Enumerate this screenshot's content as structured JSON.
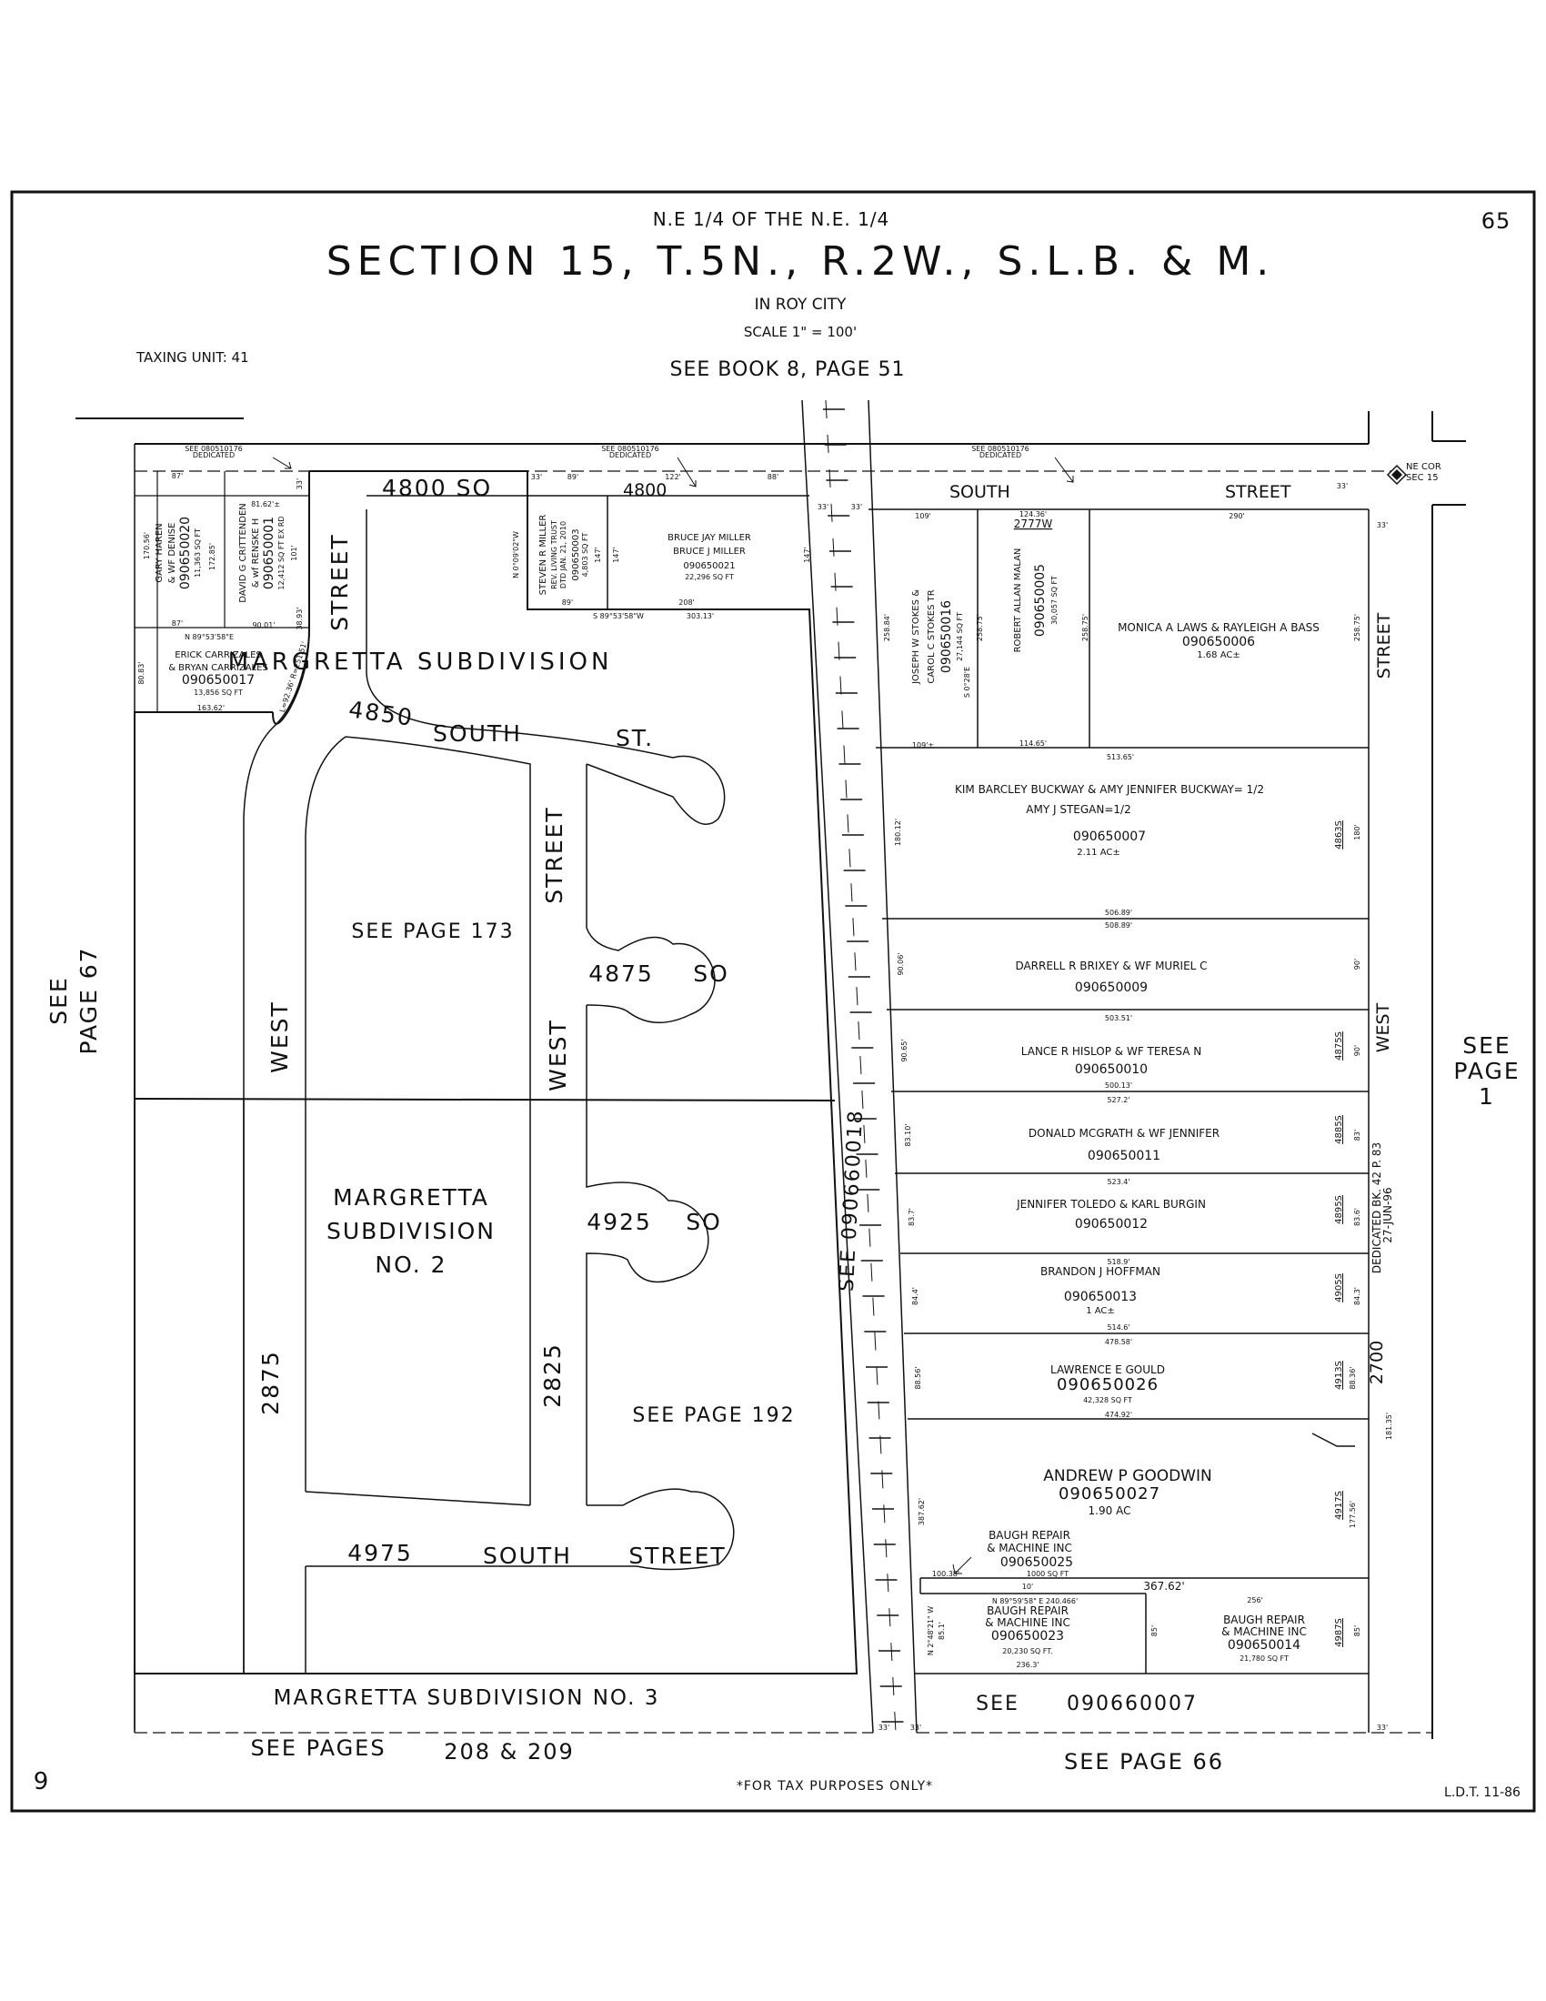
{
  "page_number": "65",
  "header": {
    "line1": "N.E 1/4 OF THE N.E. 1/4",
    "title": "SECTION 15, T.5N., R.2W., S.L.B. & M.",
    "city": "IN ROY CITY",
    "scale": "SCALE 1\" = 100'",
    "taxing_unit": "TAXING UNIT: 41",
    "see_book": "SEE BOOK 8, PAGE 51"
  },
  "corner": {
    "line1": "NE COR",
    "line2": "SEC 15"
  },
  "dedicated": {
    "ref": "SEE 080510176",
    "word": "DEDICATED"
  },
  "streets": {
    "s4800a": "4800 SO",
    "s4800b": "4800",
    "south": "SOUTH",
    "street": "STREET",
    "street_left": "STREET",
    "s4850": "4850",
    "s4850_south": "SOUTH",
    "s4850_st": "ST.",
    "street_mid": "STREET",
    "s4875": "4875",
    "so": "SO",
    "west_left": "WEST",
    "west_mid": "WEST",
    "s4925": "4925",
    "so2": "SO",
    "n2875": "2875",
    "n2825": "2825",
    "s4975": "4975",
    "s4975_south": "SOUTH",
    "s4975_street": "STREET",
    "right_street": "STREET",
    "right_west": "WEST",
    "n2700": "2700",
    "dedicated_bk": "DEDICATED BK. 42 P. 83",
    "dedicated_date": "27-JUN-96"
  },
  "areas": {
    "margretta": "MARGRETTA SUBDIVISION",
    "see173": "SEE PAGE 173",
    "margretta2_l1": "MARGRETTA",
    "margretta2_l2": "SUBDIVISION",
    "margretta2_l3": "NO. 2",
    "see192": "SEE PAGE 192",
    "margretta3": "MARGRETTA SUBDIVISION NO. 3",
    "see_rail": "SEE 090660018",
    "see_bottom_right_a": "SEE",
    "see_bottom_right_b": "090660007"
  },
  "refs": {
    "left_see": "SEE",
    "left_page": "PAGE 67",
    "right_see": "SEE",
    "right_page": "PAGE",
    "right_num": "1",
    "bottom_pages": "SEE PAGES",
    "bottom_nums": "208 & 209",
    "bottom_66": "SEE PAGE 66"
  },
  "footer": {
    "sheet": "9",
    "tax_note": "*FOR TAX PURPOSES ONLY*",
    "ldt": "L.D.T. 11-86"
  },
  "parcels": {
    "haren": {
      "owner1": "GARY HAREN",
      "owner2": "& WF DENISE",
      "id": "090650020",
      "area": "11,363 SQ FT"
    },
    "crittenden": {
      "owner1": "DAVID G CRITTENDEN",
      "owner2": "& wf RENSKE H",
      "id": "090650001",
      "area": "12,412 SQ FT EX RD"
    },
    "carrizales": {
      "owner1": "ERICK CARRIZALES",
      "owner2": "& BRYAN CARRIZALES",
      "id": "090650017",
      "area": "13,856 SQ FT"
    },
    "srmiller": {
      "owner1": "STEVEN R MILLER",
      "owner2": "REV. LIVING TRUST",
      "owner3": "DTD JAN. 21, 2010",
      "id": "090650003",
      "area": "4,803 SQ FT"
    },
    "bjmiller": {
      "owner1": "BRUCE JAY MILLER",
      "owner2": "BRUCE J MILLER",
      "id": "090650021",
      "area": "22,296 SQ FT"
    },
    "stokes": {
      "owner1": "JOSEPH W STOKES &",
      "owner2": "CAROL C STOKES TR",
      "id": "090650016",
      "area": "27,144 SQ FT"
    },
    "malan": {
      "owner1": "ROBERT ALLAN MALAN",
      "id": "090650005",
      "area": "30,057 SQ FT"
    },
    "laws": {
      "owner1": "MONICA A LAWS & RAYLEIGH A BASS",
      "id": "090650006",
      "area": "1.68 AC±"
    },
    "buckway": {
      "owner1": "KIM BARCLEY BUCKWAY & AMY JENNIFER BUCKWAY= 1/2",
      "owner2": "AMY J STEGAN=1/2",
      "id": "090650007",
      "area": "2.11 AC±"
    },
    "brixey": {
      "owner1": "DARRELL R BRIXEY & WF MURIEL C",
      "id": "090650009"
    },
    "hislop": {
      "owner1": "LANCE R HISLOP & WF TERESA N",
      "id": "090650010"
    },
    "mcgrath": {
      "owner1": "DONALD MCGRATH & WF JENNIFER",
      "id": "090650011"
    },
    "toledo": {
      "owner1": "JENNIFER TOLEDO & KARL BURGIN",
      "id": "090650012"
    },
    "hoffman": {
      "owner1": "BRANDON J HOFFMAN",
      "id": "090650013",
      "area": "1 AC±"
    },
    "gould": {
      "owner1": "LAWRENCE E GOULD",
      "id": "090650026",
      "area": "42,328 SQ FT"
    },
    "goodwin": {
      "owner1": "ANDREW P GOODWIN",
      "id": "090650027",
      "area": "1.90 AC"
    },
    "baugh25": {
      "owner1": "BAUGH REPAIR",
      "owner2": "& MACHINE INC",
      "id": "090650025",
      "area": "1000 SQ FT"
    },
    "baugh23": {
      "owner1": "BAUGH REPAIR",
      "owner2": "& MACHINE INC",
      "id": "090650023",
      "area": "20,230 SQ FT."
    },
    "baugh14": {
      "owner1": "BAUGH REPAIR",
      "owner2": "& MACHINE INC",
      "id": "090650014",
      "area": "21,780 SQ FT"
    }
  },
  "addresses": {
    "a4863": "4863S",
    "a4875": "4875S",
    "a4885": "4885S",
    "a4895": "4895S",
    "a4905": "4905S",
    "a4913": "4913S",
    "a4917": "4917S",
    "a4987": "4987S",
    "a2777": "2777W"
  },
  "dims": {
    "d87a": "87'",
    "d33a": "33'",
    "d89a": "89'",
    "d122": "122'",
    "d88": "88'",
    "d33b": "33'",
    "d33c": "33'",
    "d109": "109'",
    "d12436": "124.36'",
    "d290": "290'",
    "d33d": "33'",
    "d33e": "33'",
    "d8162": "81.62'±",
    "d147a": "147'",
    "d147b": "147'",
    "d147c": "147'",
    "d147d": "147'",
    "d8904": "N 0°09'02\"W",
    "d17285": "172.85'",
    "d17056": "170.56'",
    "d101": "101'",
    "d25884": "258.84'",
    "d25875a": "258.75'",
    "d25875b": "258.75'",
    "d25875c": "258.75'",
    "s0": "S 0°28'E",
    "d87b": "87'",
    "d9001": "90.01'",
    "d3893": "38.93'",
    "bearing1": "N 89°53'58\"E",
    "d8083": "80.83'",
    "d89b": "89'",
    "d208": "208'",
    "bearing2": "S 89°53'58\"W",
    "d30313": "303.13'",
    "d16362": "163.62'",
    "curve": "L=92.36' R=251.51'",
    "d109b": "109'±",
    "d11465": "114.65'",
    "d51365": "513.65'",
    "d18012": "180.12'",
    "d180": "180'",
    "d50689a": "506.89'",
    "d50689b": "508.89'",
    "d9006": "90.06'",
    "d90a": "90'",
    "d50351": "503.51'",
    "d9065": "90.65'",
    "d90b": "90'",
    "d50013": "500.13'",
    "d5272": "527.2'",
    "d8310": "83.10'",
    "d83": "83'",
    "d5234": "523.4'",
    "d837": "83.7'",
    "d836": "83.6'",
    "d5189": "518.9'",
    "d844": "84.4'",
    "d843": "84.3'",
    "d5146": "514.6'",
    "d47858": "478.58'",
    "d8856": "88.56'",
    "d8836": "88.36'",
    "d47492": "474.92'",
    "d18135": "181.35'",
    "d38762": "387.62'",
    "d17756": "177.56'",
    "d10038": "100.38'",
    "d10": "10'",
    "d36762": "367.62'",
    "bearing3": "N 89°59'58\" E 240.466'",
    "d256": "256'",
    "bearing4": "N 2°48'21\" W",
    "d851": "85.1'",
    "d85a": "85'",
    "d85b": "85'",
    "d2363": "236.3'",
    "d33f": "33'",
    "d33g": "33'",
    "d33h": "33'"
  }
}
